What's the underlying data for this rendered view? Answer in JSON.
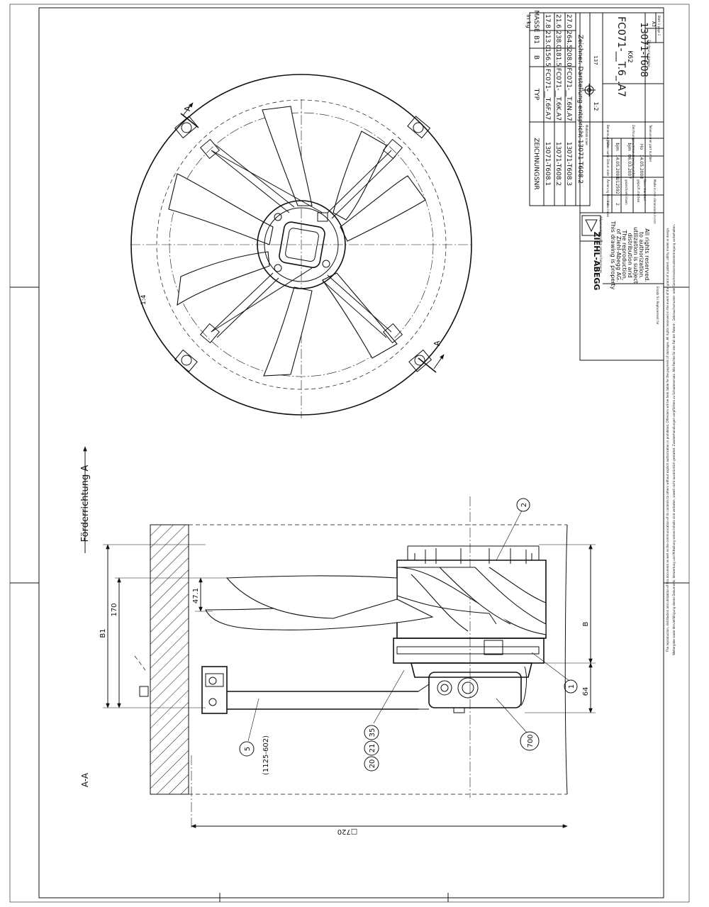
{
  "drawing": {
    "section_label": "A-A",
    "flow_direction_label": "Förderrichtung A",
    "section_marker": "A",
    "scale_note": "1:4",
    "dimensions": {
      "b1": "B1",
      "d170": "170",
      "d47": "47.1",
      "b": "B",
      "d64": "64",
      "range": "(1125-602)",
      "width": "□720"
    },
    "balloons": {
      "b1": "1",
      "b2": "2",
      "b5": "5",
      "b20": "20",
      "b21": "21",
      "b35": "35",
      "b700": "700"
    }
  },
  "table": {
    "unit": "in kg",
    "headers": [
      "ZEICHNUNGSNR",
      "TYP",
      "B",
      "B1",
      "MASSE"
    ],
    "rows": [
      [
        "13071-T608.1",
        "FC071-__T.6F.A7",
        "156.5",
        "213.0",
        "17.8"
      ],
      [
        "13071-T608.2",
        "FC071-__T.6K.A7",
        "181.5",
        "238.0",
        "21.6"
      ],
      [
        "13071-T608.3",
        "FC071-__T.6N.A7",
        "208.0",
        "264.5",
        "27.0"
      ]
    ],
    "note": "Zeichner. Darstellung entspricht 13071-T608.2"
  },
  "title_block": {
    "company": "ZIEHL-ABEGG",
    "general_tolerances_label": "Allgemeintoleranzen general tolerances",
    "scale_label": "Maßstab scale",
    "scale": "1:2",
    "sheet_number": "137",
    "part_name": "FC071-__T.6_.A7",
    "part_sub": "K62",
    "drawing_number": "13071-T608",
    "copyright": [
      "This drawing is property",
      "of Ziehl-Abegg AG.",
      "The reproduction,",
      "distribution and",
      "utilization is subject",
      "to authorization.",
      "All rights reserved."
    ],
    "revision_headers": [
      "Index index",
      "Änderung Revision",
      "Datum date",
      "Name name",
      "Benennung title"
    ],
    "revision": [
      "2",
      "U12592",
      "14.05.2008",
      "bjm"
    ],
    "drawn": [
      "gezeichnet drawn",
      "06.03.2007",
      "bjm"
    ],
    "checked": [
      "geprüft checked",
      "14.05.2008",
      "Ho"
    ],
    "standard": "Norm standard",
    "replaces": "Ersatz für Replacement for",
    "dims_in_mm": "Maße in mm dimensions in mm",
    "zeichnungsnummer_label": "Zeichnungsnummer drawing number",
    "teilenummer_label": "Teilenummer part number",
    "drawing_label": "Zeichnung drawing",
    "format": "A3",
    "sheet": "Blatt 1 page 1"
  },
  "legal": {
    "line1": "The reproduction, distribution and utilization of this document as well as the communication of its contents to others without explicit authorization is prohibited. Offenders will be held liable for the payment of damages. All rights reserved in the event of the grant of a patent, utility model or design.",
    "line2": "Weitergabe sowie Vervielfältigung dieses Dokuments, Verwertung und Mitteilung seines Inhalts sind verboten, soweit nicht ausdrücklich gestattet. Zuwiderhandlungen verpflichten zu Schadenersatz. Alle Rechte für den Fall der Patent-, Gebrauchsmuster- oder Geschmacksmustereintragung vorbehalten."
  }
}
